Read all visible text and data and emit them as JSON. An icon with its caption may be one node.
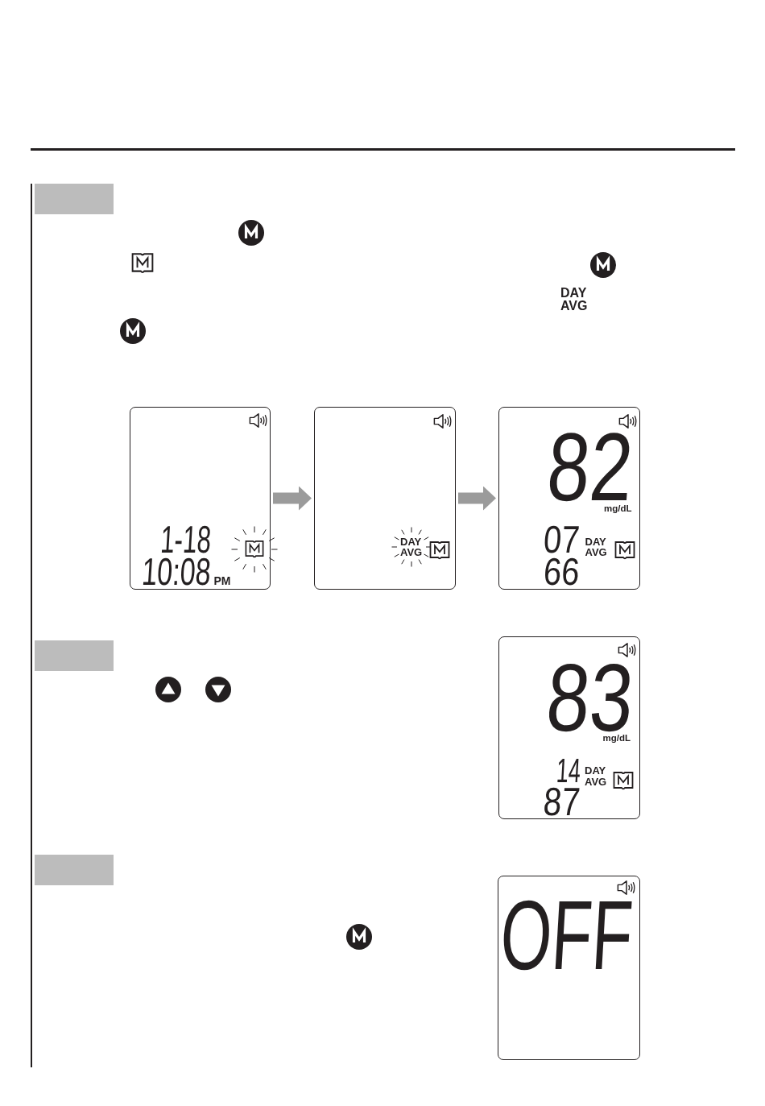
{
  "diagram": {
    "nodes": [
      {
        "text": [],
        "shape": "bar"
      },
      {
        "text": [
          "1-18",
          "10:08",
          "PM"
        ]
      },
      {
        "text": [
          "DAY AVG"
        ]
      },
      {
        "text": [
          "82",
          "mg/dL",
          "07",
          "DAY AVG",
          "66"
        ]
      },
      {
        "text": [],
        "shape": "bar"
      },
      {
        "text": [
          "83",
          "mg/dL",
          "14",
          "DAY AVG",
          "87"
        ]
      },
      {
        "text": [],
        "shape": "bar"
      },
      {
        "text": [
          "OFF"
        ]
      }
    ],
    "edges": [
      {
        "from": 1,
        "to": 2,
        "arrow": "to"
      },
      {
        "from": 2,
        "to": 3,
        "arrow": "to"
      }
    ],
    "labels": [
      "DAY AVG"
    ]
  }
}
